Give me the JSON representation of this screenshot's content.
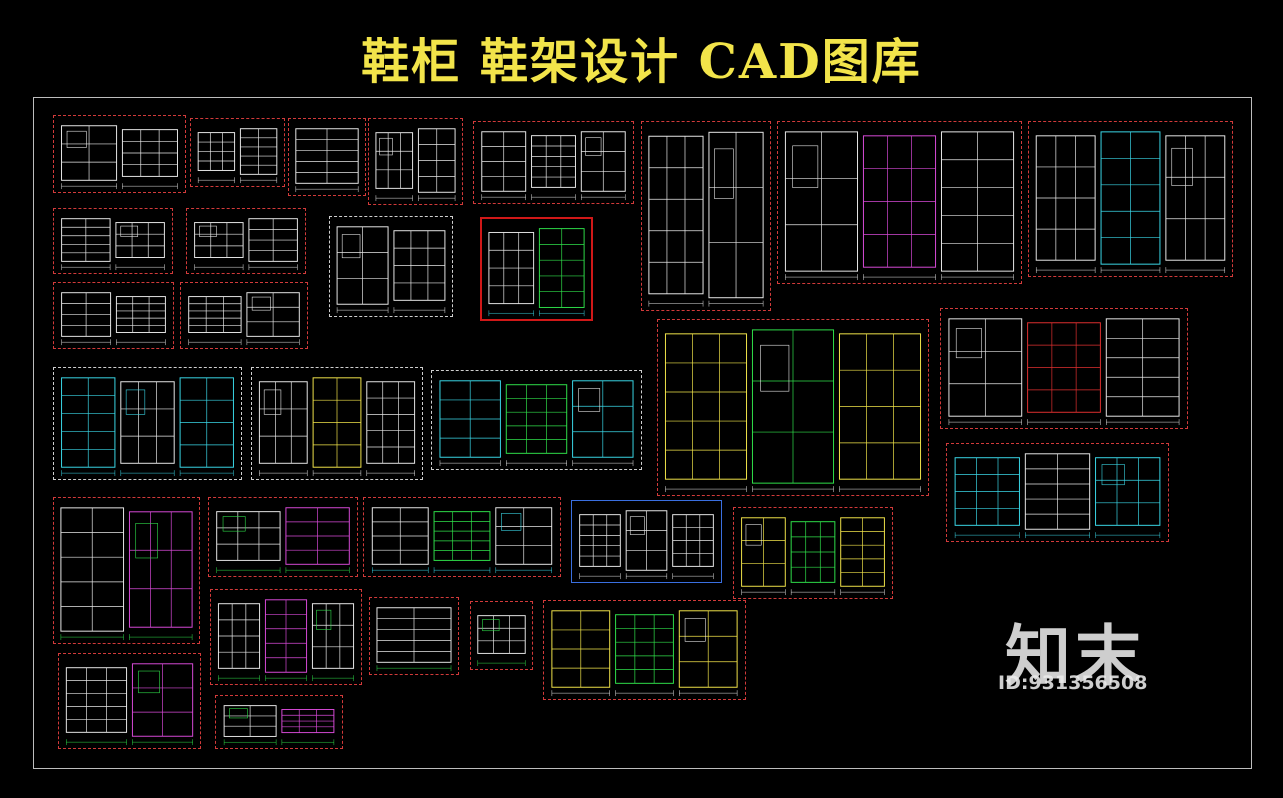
{
  "title": {
    "text": "鞋柜  鞋架设计  CAD图库",
    "color": "#f2e44a"
  },
  "watermark": {
    "logo": "知末",
    "id": "ID:931356508"
  },
  "palette": {
    "background": "#000000",
    "white": "#e8e8e8",
    "yellow": "#f2e44a",
    "green": "#2fe04a",
    "cyan": "#3ad8e8",
    "magenta": "#d84ad8",
    "red": "#e03030",
    "blue": "#3a6fe0"
  }
}
